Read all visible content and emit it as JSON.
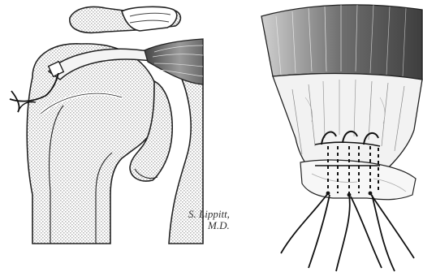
{
  "signature": {
    "line1": "S. Lippitt,",
    "line2": "M.D."
  },
  "colors": {
    "stroke": "#222222",
    "stipple": "#b9b9b9",
    "muscle_dark": "#555555",
    "muscle_mid": "#8c8c8c",
    "tendon_fill": "#f2f2f2",
    "suture": "#111111"
  },
  "panels": [
    {
      "id": "shoulder-cross-section"
    },
    {
      "id": "tendon-repair-detail"
    }
  ]
}
